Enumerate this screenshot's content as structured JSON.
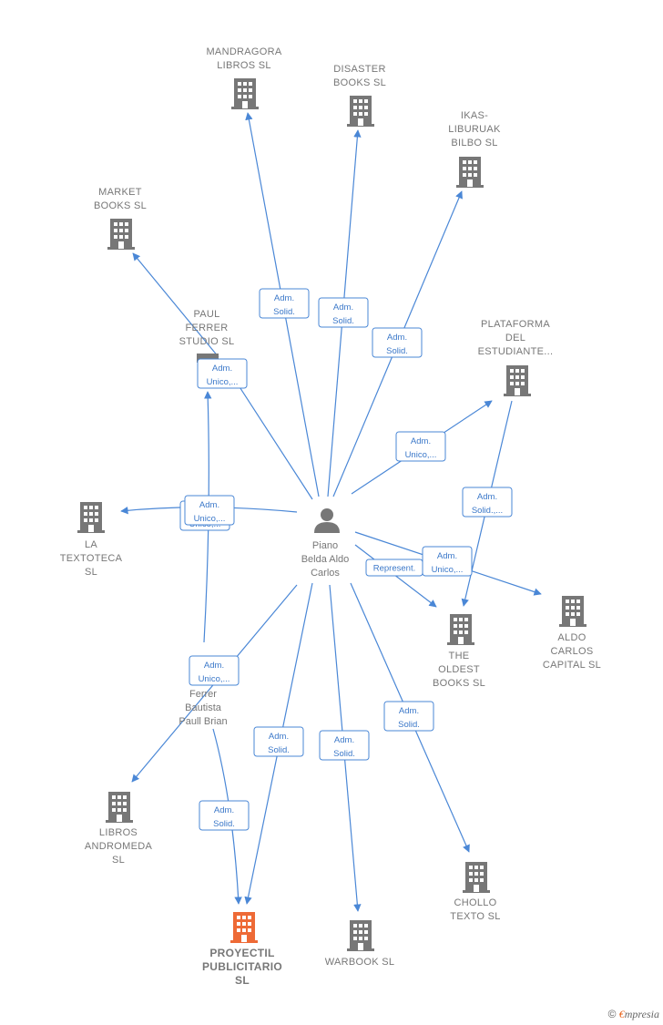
{
  "colors": {
    "edge": "#4a87d6",
    "building": "#777777",
    "building_main": "#ee6a36",
    "person": "#777777",
    "label_text": "#3b78c9"
  },
  "center": {
    "name_lines": [
      "Piano",
      "Belda Aldo",
      "Carlos"
    ],
    "icon": "person-icon"
  },
  "secondary_person": {
    "name_lines": [
      "Ferrer",
      "Bautista",
      "Paull Brian"
    ],
    "icon": "none"
  },
  "companies": [
    {
      "id": "mandragora",
      "lines": [
        "MANDRAGORA",
        "LIBROS  SL"
      ],
      "icon": "building-icon",
      "main": false
    },
    {
      "id": "disaster",
      "lines": [
        "DISASTER",
        "BOOKS  SL"
      ],
      "icon": "building-icon",
      "main": false
    },
    {
      "id": "ikas",
      "lines": [
        "IKAS-",
        "LIBURUAK",
        "BILBO  SL"
      ],
      "icon": "building-icon",
      "main": false
    },
    {
      "id": "market",
      "lines": [
        "MARKET",
        "BOOKS  SL"
      ],
      "icon": "building-icon",
      "main": false
    },
    {
      "id": "paulferrer",
      "lines": [
        "PAUL",
        "FERRER",
        "STUDIO  SL"
      ],
      "icon": "building-icon",
      "main": false
    },
    {
      "id": "plataforma",
      "lines": [
        "PLATAFORMA",
        "DEL",
        "ESTUDIANTE..."
      ],
      "icon": "building-icon",
      "main": false
    },
    {
      "id": "textoteca",
      "lines": [
        "LA",
        "TEXTOTECA",
        "SL"
      ],
      "icon": "building-icon",
      "main": false
    },
    {
      "id": "oldest",
      "lines": [
        "THE",
        "OLDEST",
        "BOOKS  SL"
      ],
      "icon": "building-icon",
      "main": false
    },
    {
      "id": "aldo",
      "lines": [
        "ALDO",
        "CARLOS",
        "CAPITAL  SL"
      ],
      "icon": "building-icon",
      "main": false
    },
    {
      "id": "andromeda",
      "lines": [
        "LIBROS",
        "ANDROMEDA",
        "SL"
      ],
      "icon": "building-icon",
      "main": false
    },
    {
      "id": "chollo",
      "lines": [
        "CHOLLO",
        "TEXTO  SL"
      ],
      "icon": "building-icon",
      "main": false
    },
    {
      "id": "warbook",
      "lines": [
        "WARBOOK  SL"
      ],
      "icon": "building-icon",
      "main": false
    },
    {
      "id": "proyectil",
      "lines": [
        "PROYECTIL",
        "PUBLICITARIO",
        "SL"
      ],
      "icon": "building-icon",
      "main": true
    }
  ],
  "edges": [
    {
      "from": "center",
      "to": "mandragora",
      "label": [
        "Adm.",
        "Solid."
      ]
    },
    {
      "from": "center",
      "to": "disaster",
      "label": [
        "Adm.",
        "Solid."
      ]
    },
    {
      "from": "center",
      "to": "ikas",
      "label": [
        "Adm.",
        "Solid."
      ]
    },
    {
      "from": "center",
      "to": "paulferrer",
      "label": [
        "Adm.",
        "Unico,..."
      ]
    },
    {
      "from": "paulferrer",
      "to": "market",
      "label": []
    },
    {
      "from": "center",
      "to": "plataforma",
      "label": [
        "Adm.",
        "Unico,..."
      ]
    },
    {
      "from": "plataforma",
      "to": "oldest",
      "label": [
        "Adm.",
        "Solid.,..."
      ]
    },
    {
      "from": "center",
      "to": "textoteca",
      "label": [
        "Adm.",
        "Unico,..."
      ]
    },
    {
      "from": "secondary",
      "to": "paulferrer",
      "label": [
        "Adm.",
        "Unico,..."
      ]
    },
    {
      "from": "center",
      "to": "oldest",
      "label": [
        "Represent."
      ]
    },
    {
      "from": "center",
      "to": "aldo",
      "label": [
        "Adm.",
        "Unico,..."
      ]
    },
    {
      "from": "secondary",
      "to": "andromeda",
      "label": [
        "Adm.",
        "Unico,..."
      ]
    },
    {
      "from": "secondary",
      "to": "proyectil",
      "label": [
        "Adm.",
        "Solid."
      ]
    },
    {
      "from": "center",
      "to": "proyectil",
      "label": [
        "Adm.",
        "Solid."
      ]
    },
    {
      "from": "center",
      "to": "warbook",
      "label": [
        "Adm.",
        "Solid."
      ]
    },
    {
      "from": "center",
      "to": "chollo",
      "label": [
        "Adm.",
        "Solid."
      ]
    }
  ],
  "footer": {
    "copyright": "©",
    "brand_initial": "€",
    "brand_rest": "mpresia"
  }
}
